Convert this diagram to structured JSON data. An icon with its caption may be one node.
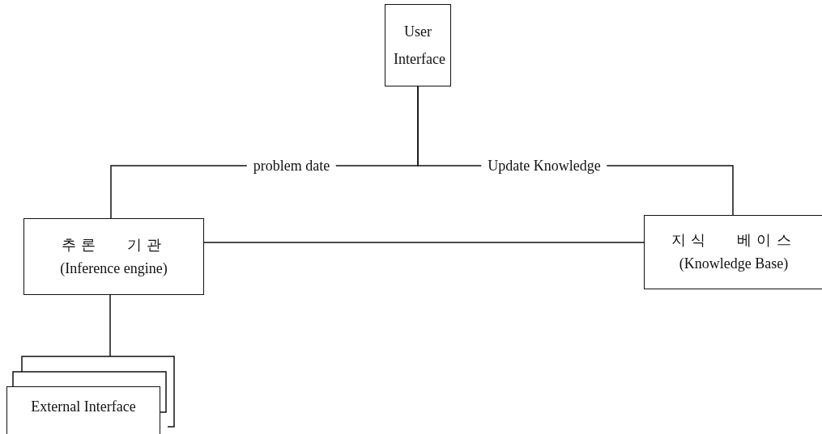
{
  "diagram": {
    "nodes": [
      {
        "text": [
          "User Interface"
        ]
      },
      {
        "text": [
          "추론 기관",
          "(Inference engine)"
        ]
      },
      {
        "text": [
          "지식 베이스",
          "(Knowledge Base)"
        ]
      },
      {
        "text": [
          "External Interface"
        ]
      }
    ],
    "edges": [
      {
        "from": 0,
        "to": 1,
        "arrow": "none",
        "label": "problem date"
      },
      {
        "from": 0,
        "to": 2,
        "arrow": "none",
        "label": "Update Knowledge"
      },
      {
        "from": 1,
        "to": 2,
        "arrow": "none"
      },
      {
        "from": 1,
        "to": 3,
        "arrow": "none"
      }
    ]
  }
}
